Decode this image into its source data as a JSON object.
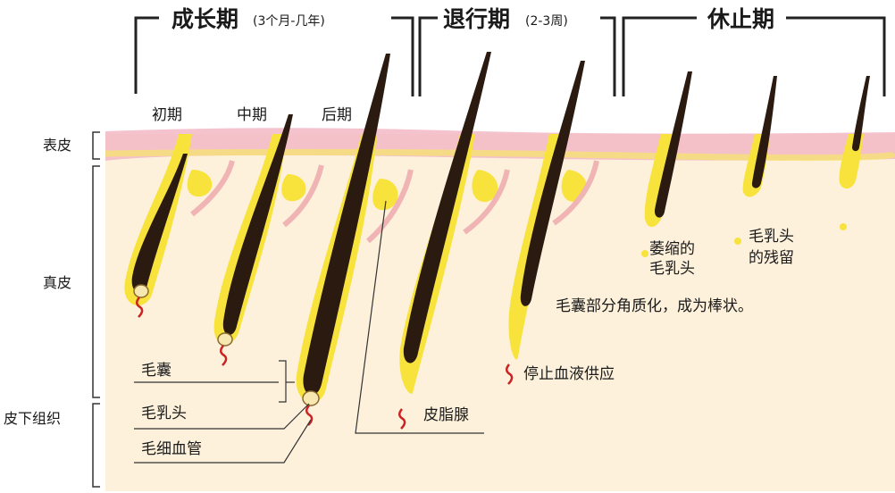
{
  "phases": [
    {
      "title": "成长期",
      "sub": "(3个月-几年)"
    },
    {
      "title": "退行期",
      "sub": "(2-3周)"
    },
    {
      "title": "休止期",
      "sub": ""
    }
  ],
  "growth_stages": [
    "初期",
    "中期",
    "后期"
  ],
  "layers": [
    "表皮",
    "真皮",
    "皮下组织"
  ],
  "parts": {
    "follicle": "毛囊",
    "papilla": "毛乳头",
    "capillary": "毛细血管",
    "sebaceous": "皮脂腺"
  },
  "notes": {
    "stop_blood": "停止血液供应",
    "keratinize": "毛囊部分角质化，成为棒状。",
    "atrophy_1": "萎缩的",
    "atrophy_2": "毛乳头",
    "residual_1": "毛乳头",
    "residual_2": "的残留"
  },
  "colors": {
    "background": "#fdf1dc",
    "epidermis": "#f3b8c6",
    "follicle": "#f7e33c",
    "hair": "#2a1a10",
    "capillary": "#cc2222",
    "gland": "#f0b4b4"
  }
}
